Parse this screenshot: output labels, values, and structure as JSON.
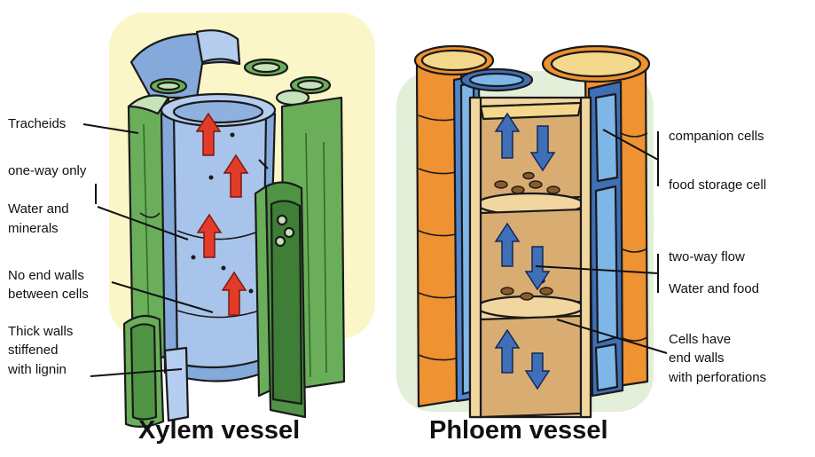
{
  "titles": {
    "xylem": "Xylem vessel",
    "phloem": "Phloem vessel"
  },
  "xylem_labels": {
    "tracheids": "Tracheids",
    "one_way": "one-way only",
    "water_minerals_1": "Water and",
    "water_minerals_2": "minerals",
    "no_end_walls_1": "No end walls",
    "no_end_walls_2": "between cells",
    "thick_walls_1": "Thick walls",
    "thick_walls_2": "stiffened",
    "thick_walls_3": "with lignin"
  },
  "phloem_labels": {
    "companion": "companion cells",
    "food_storage": "food storage cell",
    "two_way": "two-way flow",
    "water_food": "Water and food",
    "end_walls_1": "Cells have",
    "end_walls_2": "end walls",
    "end_walls_3": "with perforations"
  },
  "colors": {
    "xylem_background": "#faf6c8",
    "phloem_background": "#e3efd9",
    "xylem_green": "#6aae5a",
    "xylem_blue": "#84a9da",
    "xylem_arrow_red": "#e23b2a",
    "phloem_orange": "#ef9231",
    "phloem_tan": "#d9ad72",
    "phloem_blue": "#3f6fb6",
    "outline": "#1a1a1a"
  }
}
